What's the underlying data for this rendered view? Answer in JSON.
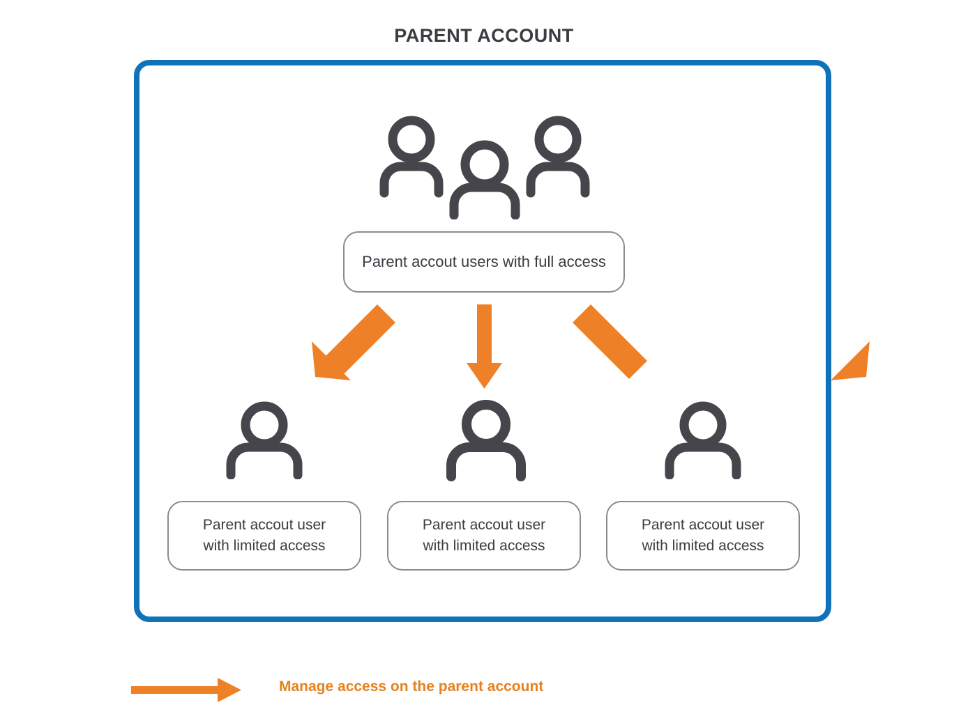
{
  "title": "PARENT ACCOUNT",
  "colors": {
    "frame_blue": "#1072b8",
    "arrow_orange": "#ee8127",
    "icon_gray": "#45454b",
    "box_border_gray": "#8a8a91",
    "text_dark": "#3b3b42",
    "legend_text_orange": "#e5821f"
  },
  "diagram": {
    "parent_box": {
      "label": "Parent accout users with full access",
      "icon": "group-of-three-people-icon"
    },
    "child_boxes": [
      {
        "line1": "Parent accout user",
        "line2": "with limited access",
        "icon": "person-icon"
      },
      {
        "line1": "Parent accout user",
        "line2": "with limited access",
        "icon": "person-icon"
      },
      {
        "line1": "Parent accout user",
        "line2": "with limited access",
        "icon": "person-icon"
      }
    ],
    "connectors": [
      {
        "name": "arrow-down-left",
        "direction": "down-left"
      },
      {
        "name": "arrow-down",
        "direction": "down"
      },
      {
        "name": "arrow-down-right",
        "direction": "down-right"
      }
    ]
  },
  "legend": {
    "arrow_icon": "arrow-right-icon",
    "label": "Manage access on the parent account"
  }
}
